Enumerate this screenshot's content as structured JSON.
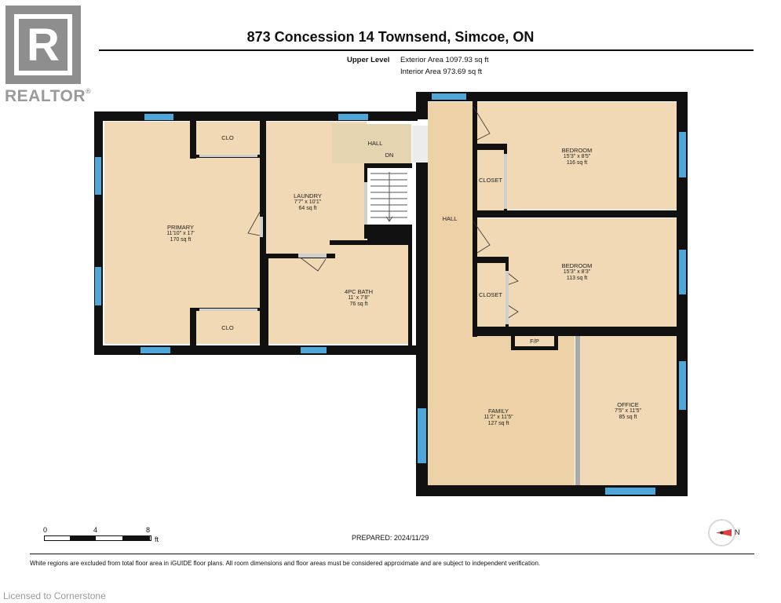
{
  "brand": {
    "name": "REALTOR",
    "registered_mark": "®"
  },
  "title": "873 Concession 14 Townsend, Simcoe, ON",
  "level": {
    "label": "Upper Level",
    "exterior_area": "Exterior Area 1097.93 sq ft",
    "interior_area": "Interior Area 973.69 sq ft"
  },
  "rooms": {
    "primary": {
      "name": "PRIMARY",
      "dims": "11'10\" x 17'",
      "area": "170 sq ft"
    },
    "clo_top": {
      "name": "CLO"
    },
    "clo_bottom": {
      "name": "CLO"
    },
    "laundry": {
      "name": "LAUNDRY",
      "dims": "7'7\" x 10'1\"",
      "area": "64 sq ft"
    },
    "bath": {
      "name": "4PC BATH",
      "dims": "11' x 7'8\"",
      "area": "76 sq ft"
    },
    "hall_small": {
      "name": "HALL"
    },
    "stairs": {
      "name": "DN"
    },
    "hall": {
      "name": "HALL"
    },
    "bedroom1": {
      "name": "BEDROOM",
      "dims": "15'3\" x 8'5\"",
      "area": "116 sq ft"
    },
    "bedroom2": {
      "name": "BEDROOM",
      "dims": "15'3\" x 8'3\"",
      "area": "113 sq ft"
    },
    "closet1": {
      "name": "CLOSET"
    },
    "closet2": {
      "name": "CLOSET"
    },
    "fireplace": {
      "name": "F/P"
    },
    "family": {
      "name": "FAMILY",
      "dims": "11'2\" x 11'5\"",
      "area": "127 sq ft"
    },
    "office": {
      "name": "OFFICE",
      "dims": "7'5\" x 11'5\"",
      "area": "85 sq ft"
    }
  },
  "scale": {
    "ticks": [
      "0",
      "4",
      "8"
    ],
    "unit": "ft"
  },
  "prepared": "PREPARED: 2024/11/29",
  "compass": {
    "label": "N"
  },
  "footer_note": "White regions are excluded from total floor area in iGUIDE floor plans. All room dimensions and floor areas must be considered approximate and are subject to independent verification.",
  "license": "Licensed to Cornerstone",
  "colors": {
    "wall": "#111111",
    "floor": "#f1d9b5",
    "window": "#4ea7d8"
  }
}
